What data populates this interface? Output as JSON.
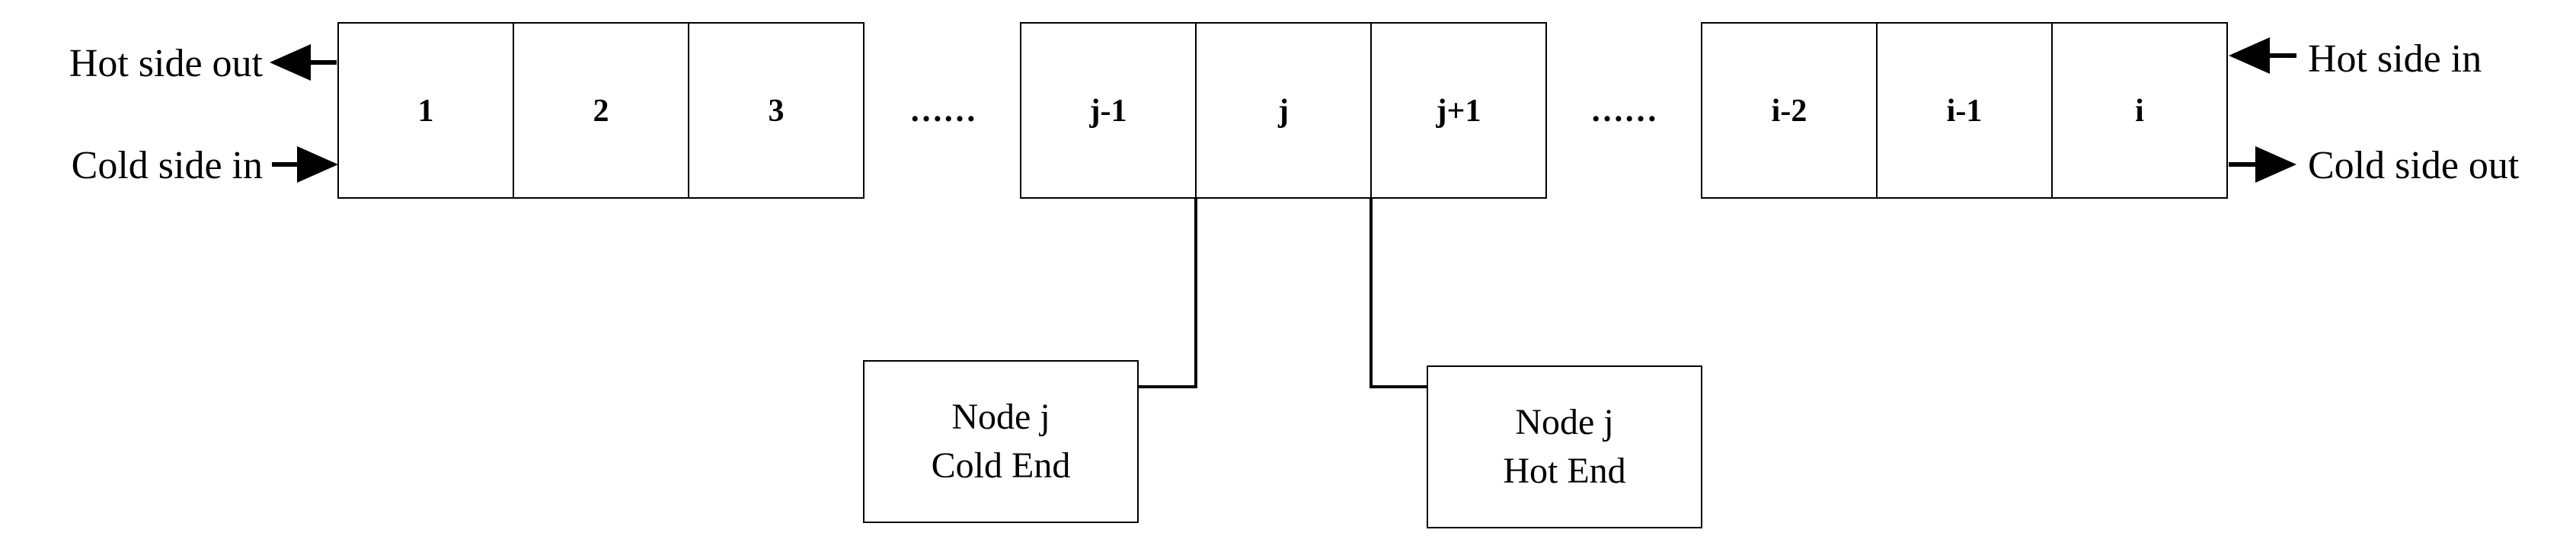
{
  "cells": [
    "1",
    "2",
    "3",
    "j-1",
    "j",
    "j+1",
    "i-2",
    "i-1",
    "i"
  ],
  "ellipses": [
    "……",
    "……"
  ],
  "flows": {
    "hot_side_out": "Hot side out",
    "cold_side_in": "Cold side in",
    "hot_side_in": "Hot side in",
    "cold_side_out": "Cold side out"
  },
  "nodes": {
    "cold_end": {
      "line1": "Node j",
      "line2": "Cold End"
    },
    "hot_end": {
      "line1": "Node j",
      "line2": "Hot End"
    }
  }
}
